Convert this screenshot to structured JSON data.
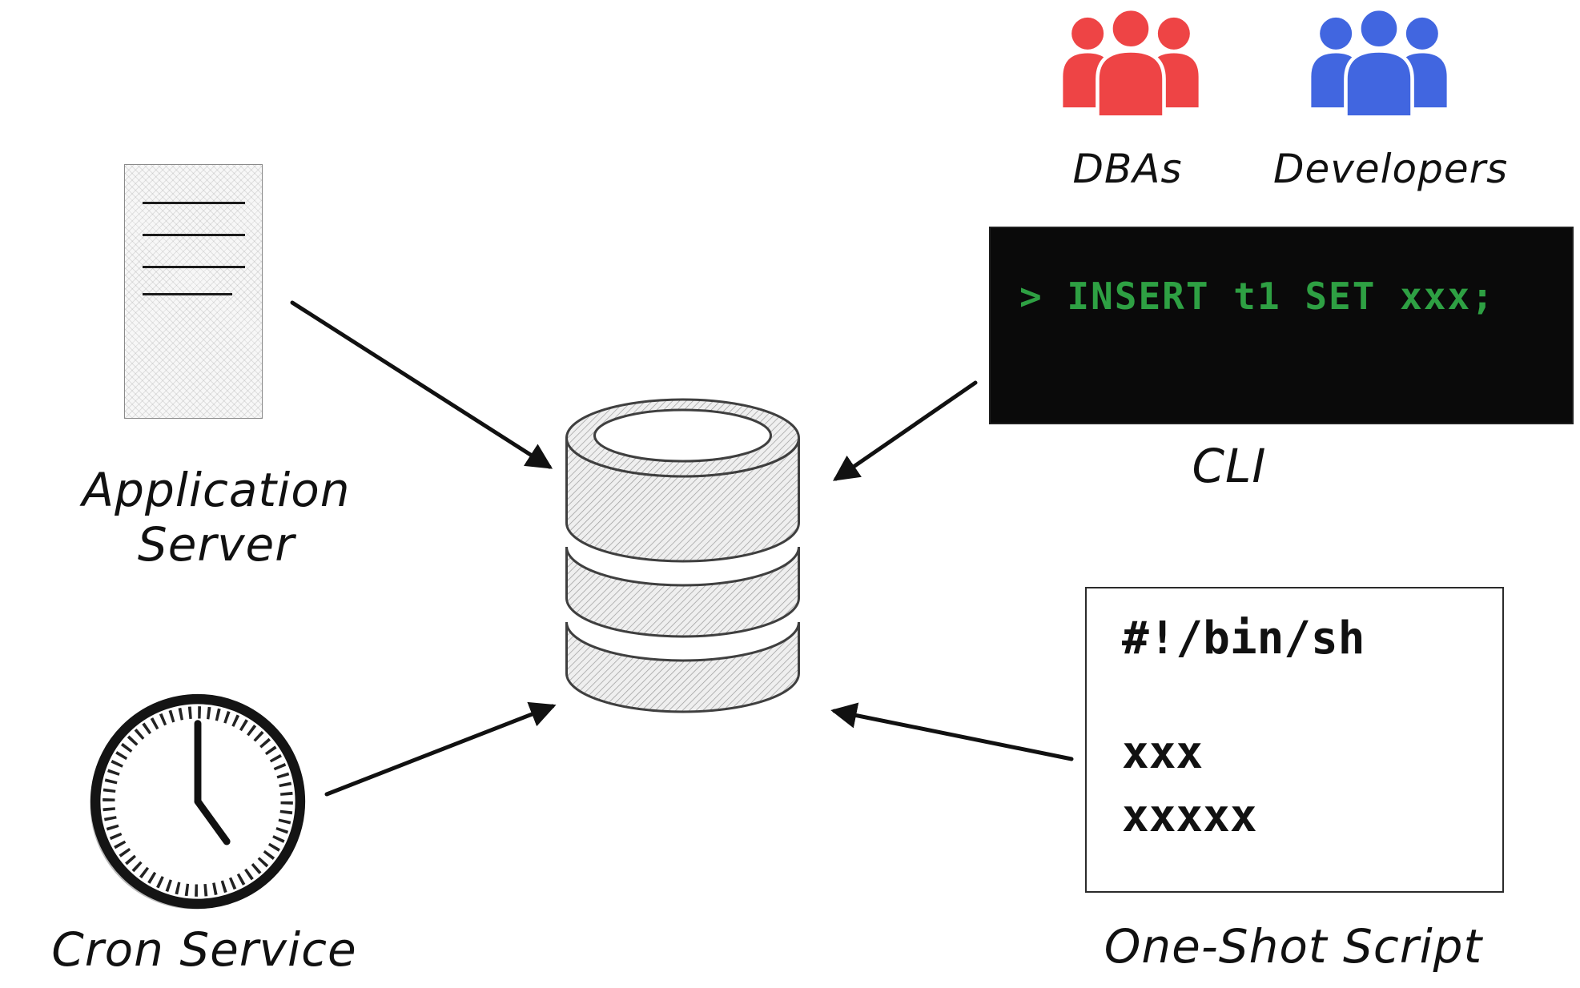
{
  "nodes": {
    "app_server": {
      "label": "Application Server"
    },
    "cron": {
      "label": "Cron Service"
    },
    "dbas": {
      "label": "DBAs"
    },
    "developers": {
      "label": "Developers"
    },
    "cli": {
      "label": "CLI",
      "command": "> INSERT t1 SET xxx;"
    },
    "one_shot_script": {
      "label": "One-Shot Script",
      "lines": [
        "#!/bin/sh",
        "xxx",
        "xxxxx"
      ]
    }
  },
  "colors": {
    "dbas": "#ee4445",
    "developers": "#4166e0",
    "terminal_bg": "#0a0a0a",
    "terminal_text": "#2ea043",
    "stroke": "#1a1a1a"
  }
}
